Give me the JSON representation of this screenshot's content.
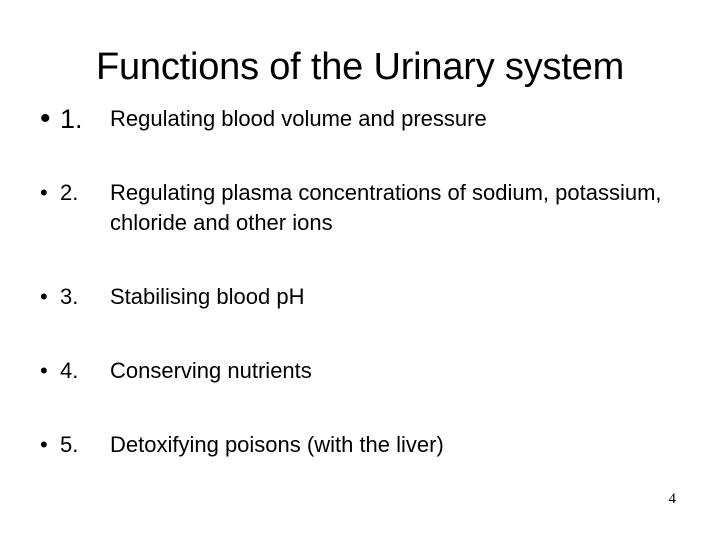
{
  "slide": {
    "title": "Functions of the Urinary system",
    "page_number": "4",
    "bullet_glyph": "•",
    "background_color": "#ffffff",
    "text_color": "#000000",
    "items": [
      {
        "number": "1.",
        "text": "Regulating blood volume and pressure",
        "emphasis": "large"
      },
      {
        "number": "2.",
        "text": "Regulating plasma concentrations of sodium, potassium, chloride and other ions",
        "emphasis": "normal"
      },
      {
        "number": "3.",
        "text": "Stabilising blood pH",
        "emphasis": "normal"
      },
      {
        "number": "4.",
        "text": "Conserving nutrients",
        "emphasis": "normal"
      },
      {
        "number": "5.",
        "text": "Detoxifying poisons (with the liver)",
        "emphasis": "normal"
      }
    ]
  }
}
